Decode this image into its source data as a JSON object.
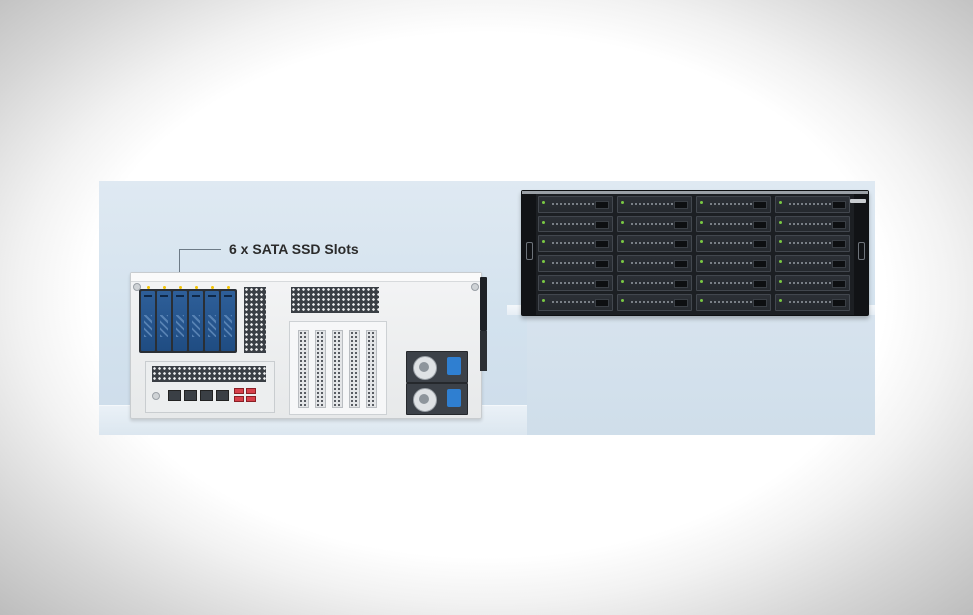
{
  "callout": {
    "label": "6 x SATA SSD Slots"
  },
  "rear_unit": {
    "ssd_slot_count": 6,
    "pcie_slot_count": 5,
    "psu_count": 2,
    "ethernet_port_count": 4
  },
  "front_unit": {
    "drive_columns": 4,
    "drive_rows": 6
  },
  "colors": {
    "ssd_tray": "#2e5f99",
    "psu_handle": "#2f7fd1",
    "background_panel": "#d3e2ee",
    "drive_led": "#7ac943"
  }
}
